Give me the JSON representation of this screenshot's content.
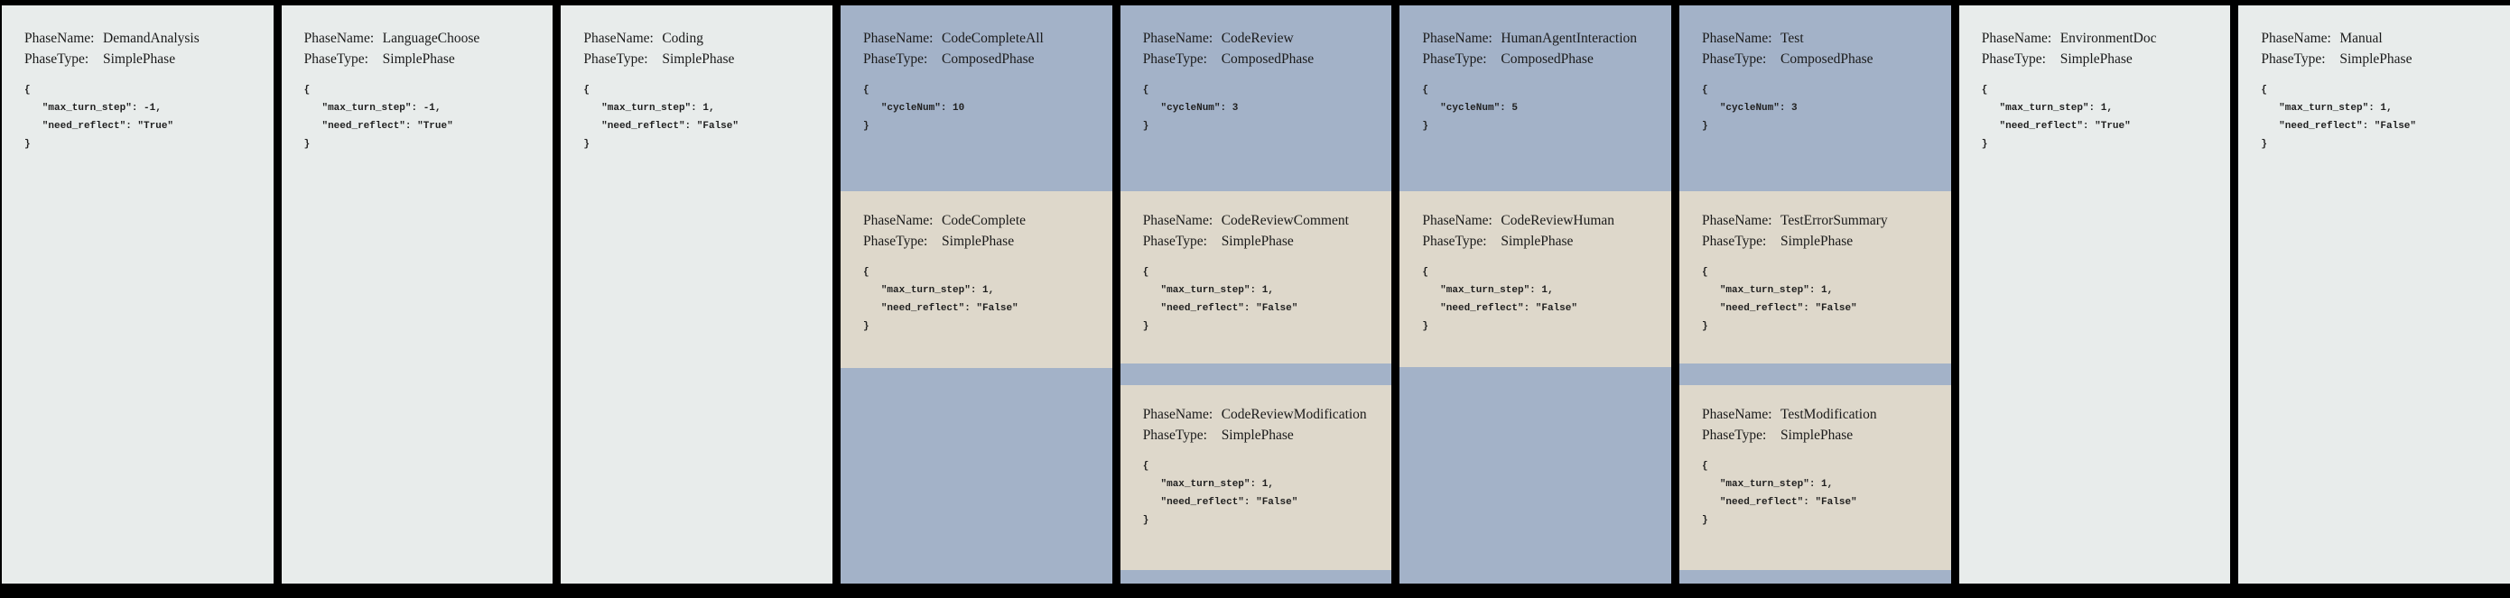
{
  "labels": {
    "phase_name": "PhaseName:",
    "phase_type": "PhaseType:"
  },
  "colors": {
    "frame": "#000000",
    "simple_phase_bg": "#e8eceb",
    "composed_phase_bg": "#a3b2c8",
    "nested_simple_phase_bg": "#ded8cb",
    "text": "#1a1a1a"
  },
  "columns": [
    {
      "kind": "simple",
      "phase": {
        "name": "DemandAnalysis",
        "type": "SimplePhase",
        "config": "{\n   \"max_turn_step\": -1,\n   \"need_reflect\": \"True\"\n}"
      }
    },
    {
      "kind": "simple",
      "phase": {
        "name": "LanguageChoose",
        "type": "SimplePhase",
        "config": "{\n   \"max_turn_step\": -1,\n   \"need_reflect\": \"True\"\n}"
      }
    },
    {
      "kind": "simple",
      "phase": {
        "name": "Coding",
        "type": "SimplePhase",
        "config": "{\n   \"max_turn_step\": 1,\n   \"need_reflect\": \"False\"\n}"
      }
    },
    {
      "kind": "composed",
      "phase": {
        "name": "CodeCompleteAll",
        "type": "ComposedPhase",
        "config": "{\n   \"cycleNum\": 10\n}"
      },
      "children": [
        {
          "name": "CodeComplete",
          "type": "SimplePhase",
          "config": "{\n   \"max_turn_step\": 1,\n   \"need_reflect\": \"False\"\n}"
        }
      ]
    },
    {
      "kind": "composed",
      "phase": {
        "name": "CodeReview",
        "type": "ComposedPhase",
        "config": "{\n   \"cycleNum\": 3\n}"
      },
      "children": [
        {
          "name": "CodeReviewComment",
          "type": "SimplePhase",
          "config": "{\n   \"max_turn_step\": 1,\n   \"need_reflect\": \"False\"\n}"
        },
        {
          "name": "CodeReviewModification",
          "type": "SimplePhase",
          "config": "{\n   \"max_turn_step\": 1,\n   \"need_reflect\": \"False\"\n}"
        }
      ]
    },
    {
      "kind": "composed",
      "phase": {
        "name": "HumanAgentInteraction",
        "type": "ComposedPhase",
        "config": "{\n   \"cycleNum\": 5\n}"
      },
      "children": [
        {
          "name": "CodeReviewHuman",
          "type": "SimplePhase",
          "config": "{\n   \"max_turn_step\": 1,\n   \"need_reflect\": \"False\"\n}"
        }
      ]
    },
    {
      "kind": "composed",
      "phase": {
        "name": "Test",
        "type": "ComposedPhase",
        "config": "{\n   \"cycleNum\": 3\n}"
      },
      "children": [
        {
          "name": "TestErrorSummary",
          "type": "SimplePhase",
          "config": "{\n   \"max_turn_step\": 1,\n   \"need_reflect\": \"False\"\n}"
        },
        {
          "name": "TestModification",
          "type": "SimplePhase",
          "config": "{\n   \"max_turn_step\": 1,\n   \"need_reflect\": \"False\"\n}"
        }
      ]
    },
    {
      "kind": "simple",
      "phase": {
        "name": "EnvironmentDoc",
        "type": "SimplePhase",
        "config": "{\n   \"max_turn_step\": 1,\n   \"need_reflect\": \"True\"\n}"
      }
    },
    {
      "kind": "simple",
      "phase": {
        "name": "Manual",
        "type": "SimplePhase",
        "config": "{\n   \"max_turn_step\": 1,\n   \"need_reflect\": \"False\"\n}"
      }
    }
  ]
}
